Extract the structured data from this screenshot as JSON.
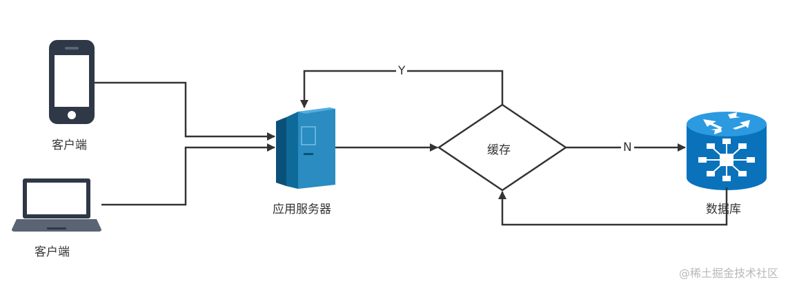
{
  "nodes": {
    "phone_label": "客户端",
    "laptop_label": "客户端",
    "server_label": "应用服务器",
    "cache_label": "缓存",
    "database_label": "数据库"
  },
  "edges": {
    "cache_hit_label": "Y",
    "cache_miss_label": "N"
  },
  "watermark": "@稀土掘金技术社区",
  "colors": {
    "line": "#333333",
    "device_dark": "#2f3846",
    "server_blue": "#0e6a99",
    "server_dark": "#0b5079",
    "server_light": "#2a8cc0",
    "database_blue": "#0a72bb",
    "database_top": "#2c9ae0"
  }
}
